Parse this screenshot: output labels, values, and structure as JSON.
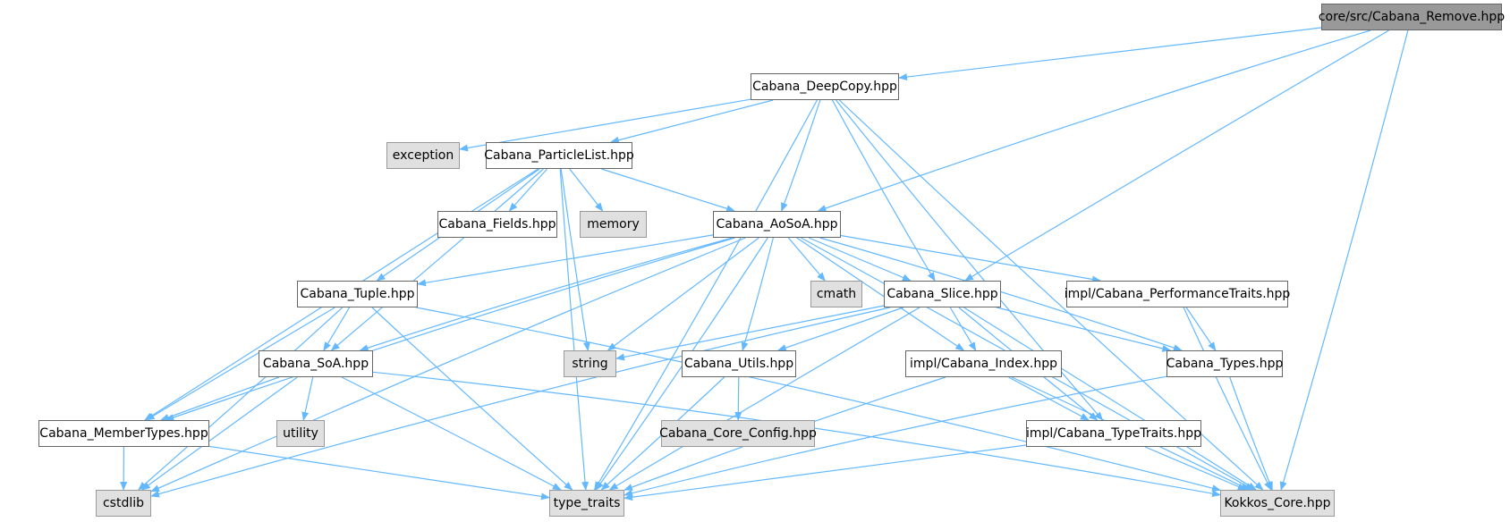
{
  "graph": {
    "colors": {
      "edge": "#63b8ff",
      "root_fill": "#999999",
      "internal_fill": "#ffffff",
      "system_fill": "#e0e0e0",
      "border": "#666666"
    },
    "nodes": [
      {
        "id": "remove",
        "label": "core/src/Cabana_Remove.hpp",
        "kind": "root"
      },
      {
        "id": "deepcopy",
        "label": "Cabana_DeepCopy.hpp",
        "kind": "internal"
      },
      {
        "id": "exception",
        "label": "exception",
        "kind": "system"
      },
      {
        "id": "particlelist",
        "label": "Cabana_ParticleList.hpp",
        "kind": "internal"
      },
      {
        "id": "fields",
        "label": "Cabana_Fields.hpp",
        "kind": "internal"
      },
      {
        "id": "memory",
        "label": "memory",
        "kind": "system"
      },
      {
        "id": "aosoa",
        "label": "Cabana_AoSoA.hpp",
        "kind": "internal"
      },
      {
        "id": "tuple",
        "label": "Cabana_Tuple.hpp",
        "kind": "internal"
      },
      {
        "id": "cmath",
        "label": "cmath",
        "kind": "system"
      },
      {
        "id": "slice",
        "label": "Cabana_Slice.hpp",
        "kind": "internal"
      },
      {
        "id": "perftraits",
        "label": "impl/Cabana_PerformanceTraits.hpp",
        "kind": "internal"
      },
      {
        "id": "soa",
        "label": "Cabana_SoA.hpp",
        "kind": "internal"
      },
      {
        "id": "string",
        "label": "string",
        "kind": "system"
      },
      {
        "id": "utils",
        "label": "Cabana_Utils.hpp",
        "kind": "internal"
      },
      {
        "id": "index",
        "label": "impl/Cabana_Index.hpp",
        "kind": "internal"
      },
      {
        "id": "types",
        "label": "Cabana_Types.hpp",
        "kind": "internal"
      },
      {
        "id": "membertypes",
        "label": "Cabana_MemberTypes.hpp",
        "kind": "internal"
      },
      {
        "id": "utility",
        "label": "utility",
        "kind": "system"
      },
      {
        "id": "coreconfig",
        "label": "Cabana_Core_Config.hpp",
        "kind": "system"
      },
      {
        "id": "typetraits_impl",
        "label": "impl/Cabana_TypeTraits.hpp",
        "kind": "internal"
      },
      {
        "id": "cstdlib",
        "label": "cstdlib",
        "kind": "system"
      },
      {
        "id": "type_traits",
        "label": "type_traits",
        "kind": "system"
      },
      {
        "id": "kokkos",
        "label": "Kokkos_Core.hpp",
        "kind": "system"
      }
    ],
    "edges": [
      [
        "remove",
        "deepcopy"
      ],
      [
        "remove",
        "aosoa"
      ],
      [
        "remove",
        "slice"
      ],
      [
        "remove",
        "kokkos"
      ],
      [
        "deepcopy",
        "exception"
      ],
      [
        "deepcopy",
        "particlelist"
      ],
      [
        "deepcopy",
        "aosoa"
      ],
      [
        "deepcopy",
        "slice"
      ],
      [
        "deepcopy",
        "typetraits_impl"
      ],
      [
        "deepcopy",
        "kokkos"
      ],
      [
        "deepcopy",
        "type_traits"
      ],
      [
        "particlelist",
        "fields"
      ],
      [
        "particlelist",
        "memory"
      ],
      [
        "particlelist",
        "aosoa"
      ],
      [
        "particlelist",
        "tuple"
      ],
      [
        "particlelist",
        "soa"
      ],
      [
        "particlelist",
        "membertypes"
      ],
      [
        "particlelist",
        "string"
      ],
      [
        "particlelist",
        "type_traits"
      ],
      [
        "aosoa",
        "cmath"
      ],
      [
        "aosoa",
        "slice"
      ],
      [
        "aosoa",
        "perftraits"
      ],
      [
        "aosoa",
        "tuple"
      ],
      [
        "aosoa",
        "soa"
      ],
      [
        "aosoa",
        "membertypes"
      ],
      [
        "aosoa",
        "string"
      ],
      [
        "aosoa",
        "utils"
      ],
      [
        "aosoa",
        "index"
      ],
      [
        "aosoa",
        "types"
      ],
      [
        "aosoa",
        "kokkos"
      ],
      [
        "aosoa",
        "cstdlib"
      ],
      [
        "aosoa",
        "type_traits"
      ],
      [
        "tuple",
        "soa"
      ],
      [
        "tuple",
        "membertypes"
      ],
      [
        "tuple",
        "kokkos"
      ],
      [
        "tuple",
        "cstdlib"
      ],
      [
        "tuple",
        "type_traits"
      ],
      [
        "slice",
        "string"
      ],
      [
        "slice",
        "utils"
      ],
      [
        "slice",
        "index"
      ],
      [
        "slice",
        "types"
      ],
      [
        "slice",
        "typetraits_impl"
      ],
      [
        "slice",
        "kokkos"
      ],
      [
        "slice",
        "cstdlib"
      ],
      [
        "slice",
        "type_traits"
      ],
      [
        "perftraits",
        "types"
      ],
      [
        "perftraits",
        "kokkos"
      ],
      [
        "soa",
        "utility"
      ],
      [
        "soa",
        "membertypes"
      ],
      [
        "soa",
        "cstdlib"
      ],
      [
        "soa",
        "type_traits"
      ],
      [
        "soa",
        "kokkos"
      ],
      [
        "utils",
        "coreconfig"
      ],
      [
        "utils",
        "type_traits"
      ],
      [
        "index",
        "typetraits_impl"
      ],
      [
        "index",
        "kokkos"
      ],
      [
        "index",
        "type_traits"
      ],
      [
        "types",
        "kokkos"
      ],
      [
        "types",
        "type_traits"
      ],
      [
        "membertypes",
        "cstdlib"
      ],
      [
        "membertypes",
        "type_traits"
      ],
      [
        "typetraits_impl",
        "kokkos"
      ],
      [
        "typetraits_impl",
        "type_traits"
      ]
    ]
  }
}
